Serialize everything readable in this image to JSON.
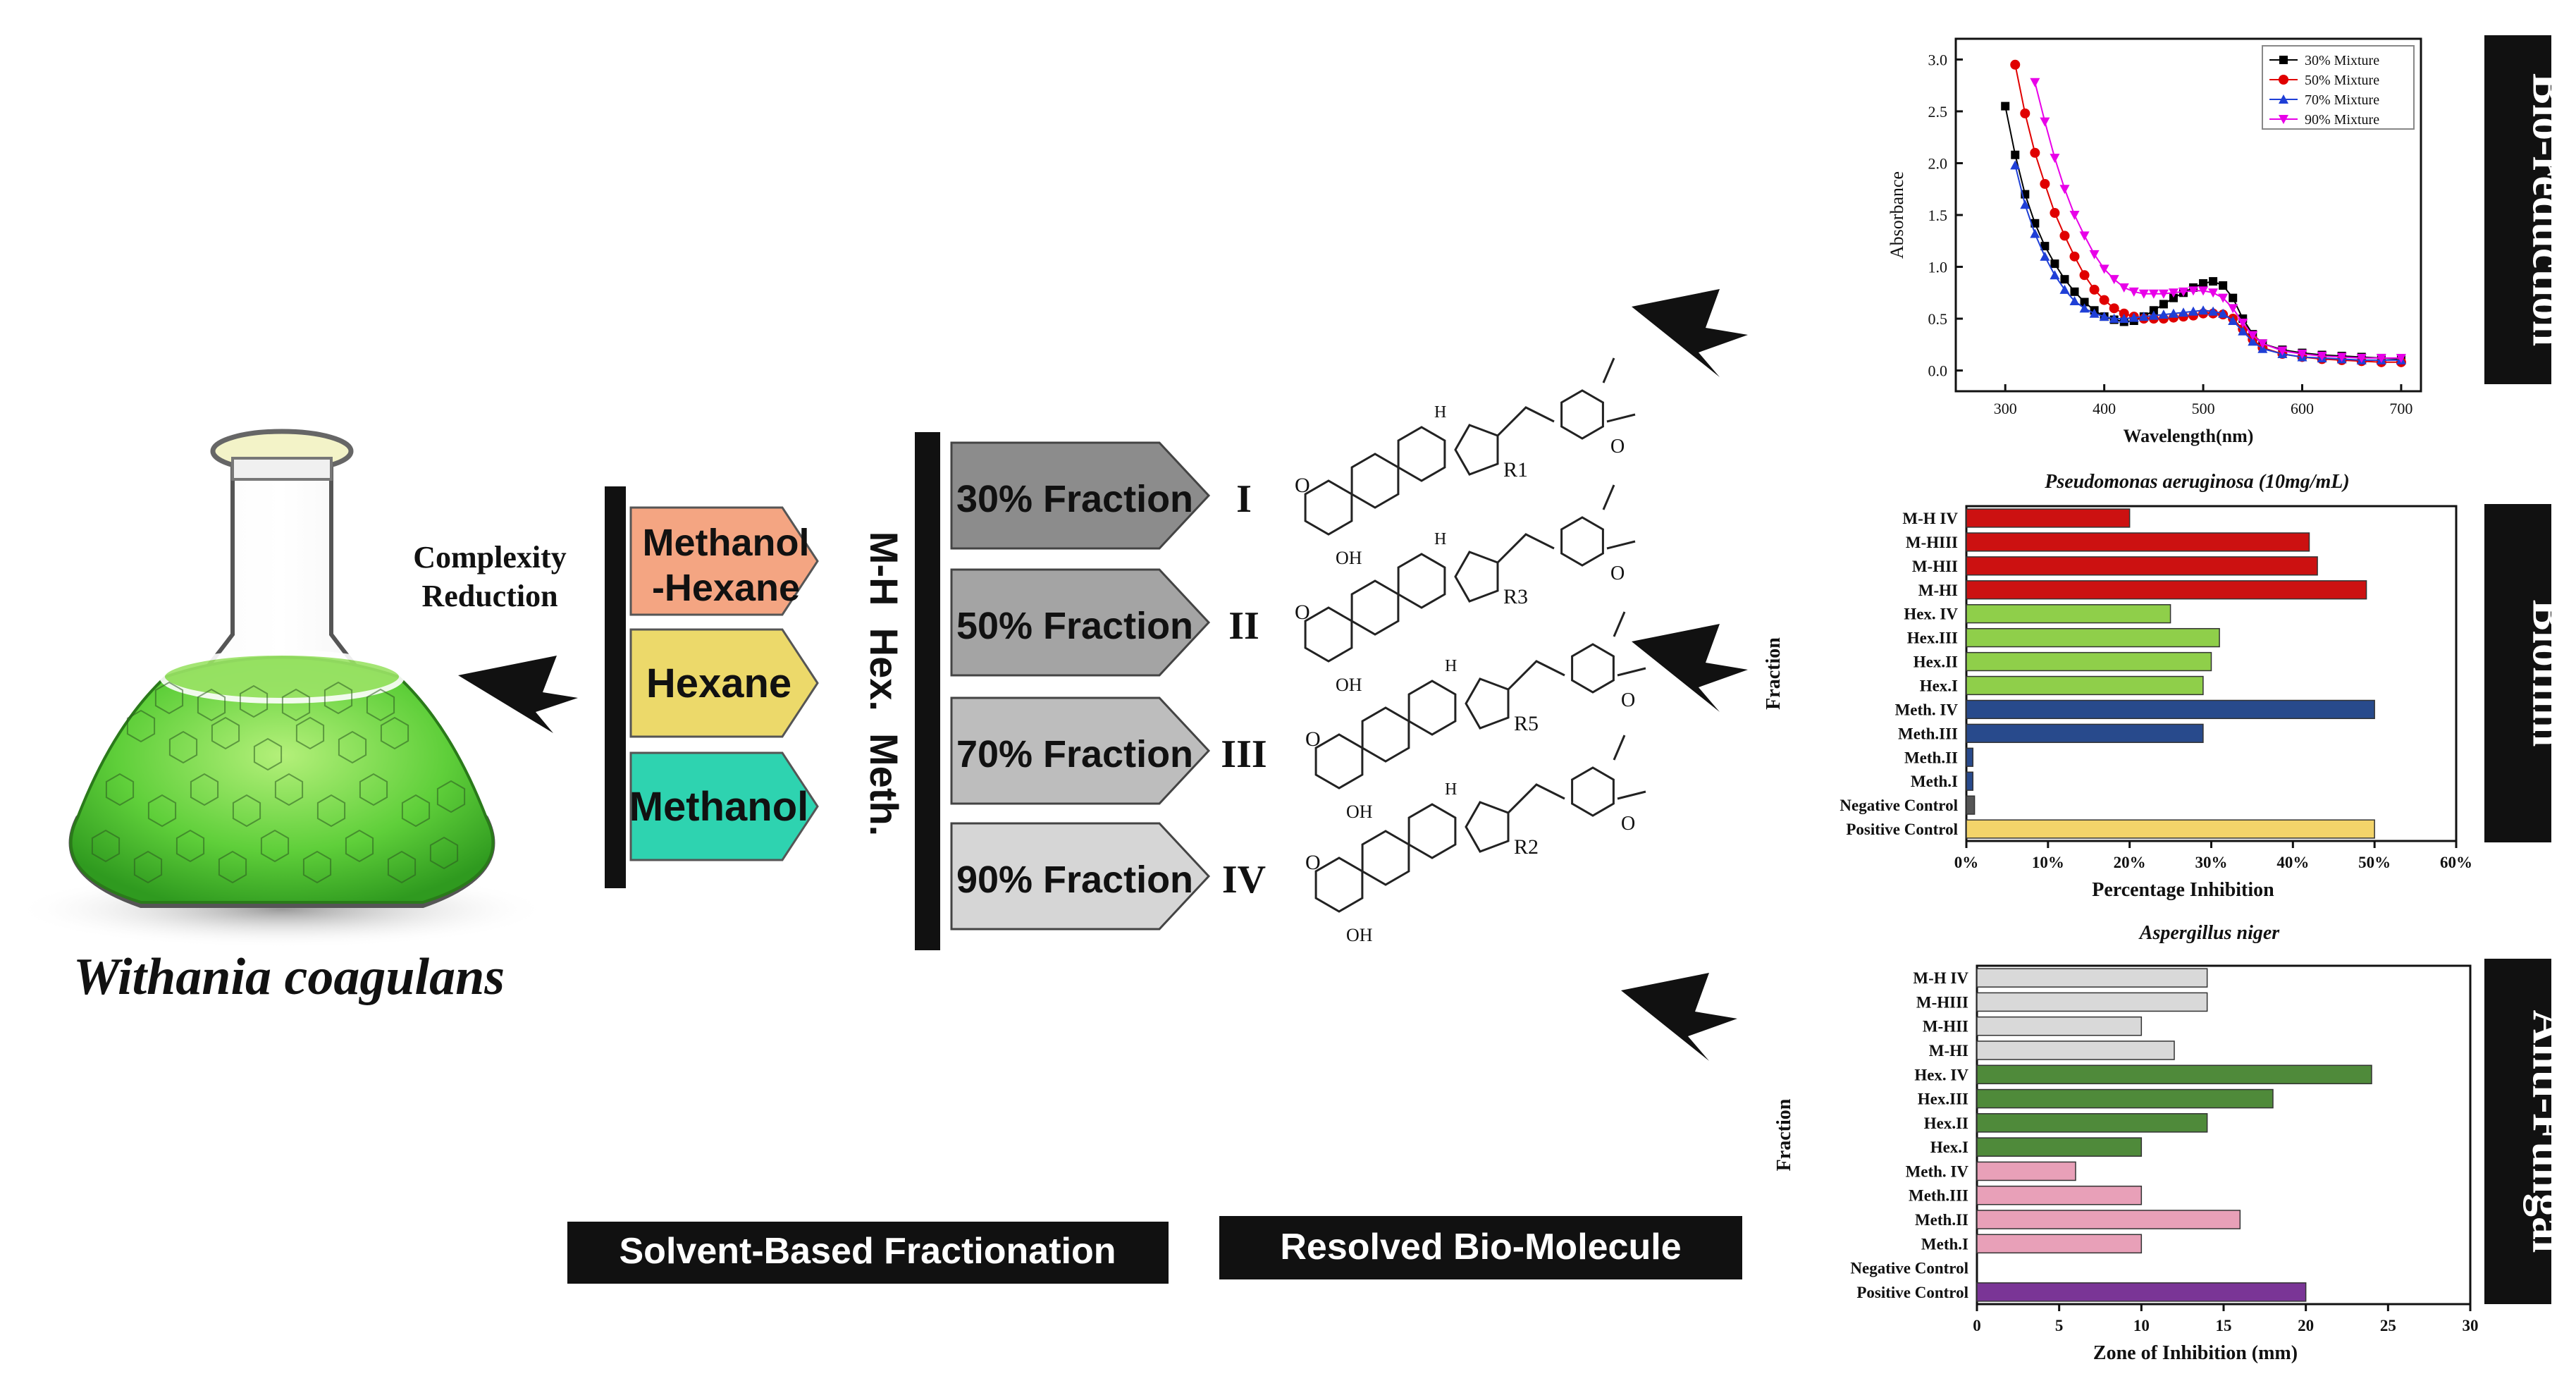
{
  "flask": {
    "caption": "Withania coagulans",
    "step_label_line1": "Complexity",
    "step_label_line2": "Reduction"
  },
  "solvents": {
    "items": [
      {
        "line1": "Methanol",
        "line2": "-Hexane",
        "color": "#f4a582"
      },
      {
        "line1": "Hexane",
        "line2": "",
        "color": "#ecd96a"
      },
      {
        "line1": "Methanol",
        "line2": "",
        "color": "#2ed3b0"
      }
    ],
    "vertical_label": "M-H  Hex.  Meth.",
    "footer": "Solvent-Based Fractionation"
  },
  "fractions": {
    "items": [
      {
        "label": "30% Fraction",
        "numeral": "I",
        "color": "#8c8c8c"
      },
      {
        "label": "50% Fraction",
        "numeral": "II",
        "color": "#a4a4a4"
      },
      {
        "label": "70% Fraction",
        "numeral": "III",
        "color": "#bdbdbd"
      },
      {
        "label": "90% Fraction",
        "numeral": "IV",
        "color": "#d6d6d6"
      }
    ],
    "footer": "Resolved Bio-Molecule"
  },
  "molecules": [
    "R1",
    "R3",
    "R5",
    "R2"
  ],
  "molecule_labels": {
    "oh": "OH",
    "o": "O",
    "h": "H"
  },
  "side_labels": [
    "Bio-reduction",
    "Bioflim",
    "Anti-Fungal"
  ],
  "chart_data": [
    {
      "type": "line",
      "title": "",
      "xlabel": "Wavelength(nm)",
      "ylabel": "Absorbance",
      "xlim": [
        250,
        720
      ],
      "ylim": [
        -0.2,
        3.2
      ],
      "xticks": [
        300,
        400,
        500,
        600,
        700
      ],
      "yticks": [
        0.0,
        0.5,
        1.0,
        1.5,
        2.0,
        2.5,
        3.0
      ],
      "legend": "top-right",
      "series": [
        {
          "name": "30% Mixture",
          "color": "#000000",
          "marker": "square",
          "x": [
            300,
            310,
            320,
            330,
            340,
            350,
            360,
            370,
            380,
            390,
            400,
            410,
            420,
            430,
            440,
            450,
            460,
            470,
            480,
            490,
            500,
            510,
            520,
            530,
            540,
            550,
            560,
            580,
            600,
            620,
            640,
            660,
            680,
            700
          ],
          "y": [
            2.55,
            2.08,
            1.7,
            1.42,
            1.2,
            1.03,
            0.88,
            0.76,
            0.66,
            0.58,
            0.52,
            0.49,
            0.47,
            0.48,
            0.52,
            0.58,
            0.64,
            0.7,
            0.75,
            0.8,
            0.84,
            0.86,
            0.82,
            0.7,
            0.5,
            0.35,
            0.26,
            0.2,
            0.17,
            0.15,
            0.14,
            0.13,
            0.12,
            0.11
          ]
        },
        {
          "name": "50% Mixture",
          "color": "#e00000",
          "marker": "circle",
          "x": [
            310,
            320,
            330,
            340,
            350,
            360,
            370,
            380,
            390,
            400,
            410,
            420,
            430,
            440,
            450,
            460,
            470,
            480,
            490,
            500,
            510,
            520,
            530,
            540,
            550,
            560,
            580,
            600,
            620,
            640,
            660,
            680,
            700
          ],
          "y": [
            2.95,
            2.48,
            2.1,
            1.8,
            1.52,
            1.3,
            1.1,
            0.92,
            0.78,
            0.68,
            0.6,
            0.55,
            0.52,
            0.5,
            0.5,
            0.5,
            0.51,
            0.52,
            0.53,
            0.55,
            0.55,
            0.54,
            0.5,
            0.4,
            0.3,
            0.22,
            0.16,
            0.13,
            0.11,
            0.1,
            0.09,
            0.08,
            0.08
          ]
        },
        {
          "name": "70% Mixture",
          "color": "#1f3fd6",
          "marker": "triangle-up",
          "x": [
            310,
            320,
            330,
            340,
            350,
            360,
            370,
            380,
            390,
            400,
            410,
            420,
            430,
            440,
            450,
            460,
            470,
            480,
            490,
            500,
            510,
            520,
            530,
            540,
            550,
            560,
            580,
            600,
            620,
            640,
            660,
            680,
            700
          ],
          "y": [
            1.98,
            1.6,
            1.32,
            1.1,
            0.92,
            0.78,
            0.67,
            0.6,
            0.55,
            0.52,
            0.5,
            0.5,
            0.51,
            0.52,
            0.53,
            0.54,
            0.55,
            0.56,
            0.57,
            0.58,
            0.57,
            0.55,
            0.48,
            0.38,
            0.28,
            0.21,
            0.16,
            0.13,
            0.12,
            0.11,
            0.1,
            0.1,
            0.1
          ]
        },
        {
          "name": "90% Mixture",
          "color": "#e800e8",
          "marker": "triangle-down",
          "x": [
            330,
            340,
            350,
            360,
            370,
            380,
            390,
            400,
            410,
            420,
            430,
            440,
            450,
            460,
            470,
            480,
            490,
            500,
            510,
            520,
            530,
            540,
            550,
            560,
            580,
            600,
            620,
            640,
            660,
            680,
            700
          ],
          "y": [
            2.78,
            2.4,
            2.05,
            1.75,
            1.5,
            1.3,
            1.12,
            0.98,
            0.88,
            0.8,
            0.76,
            0.74,
            0.74,
            0.74,
            0.75,
            0.76,
            0.77,
            0.77,
            0.75,
            0.7,
            0.6,
            0.46,
            0.34,
            0.26,
            0.19,
            0.16,
            0.14,
            0.13,
            0.12,
            0.12,
            0.12
          ]
        }
      ]
    },
    {
      "type": "bar",
      "orientation": "horizontal",
      "title": "Pseudomonas aeruginosa (10mg/mL)",
      "xlabel": "Percentage Inhibition",
      "ylabel": "Fraction",
      "xlim": [
        0,
        60
      ],
      "xticks": [
        "0%",
        "10%",
        "20%",
        "30%",
        "40%",
        "50%",
        "60%"
      ],
      "categories": [
        "M-H IV",
        "M-HIII",
        "M-HII",
        "M-HI",
        "Hex. IV",
        "Hex.III",
        "Hex.II",
        "Hex.I",
        "Meth. IV",
        "Meth.III",
        "Meth.II",
        "Meth.I",
        "Negative Control",
        "Positive Control"
      ],
      "values": [
        20,
        42,
        43,
        49,
        25,
        31,
        30,
        29,
        50,
        29,
        0.8,
        0.8,
        1,
        50
      ],
      "colors": [
        "#cc1111",
        "#cc1111",
        "#cc1111",
        "#cc1111",
        "#8fcf4a",
        "#8fcf4a",
        "#8fcf4a",
        "#8fcf4a",
        "#284a8c",
        "#284a8c",
        "#284a8c",
        "#284a8c",
        "#555555",
        "#f3d46a"
      ]
    },
    {
      "type": "bar",
      "orientation": "horizontal",
      "title": "Aspergillus niger",
      "xlabel": "Zone of Inhibition (mm)",
      "ylabel": "Fraction",
      "xlim": [
        0,
        30
      ],
      "xticks": [
        "0",
        "5",
        "10",
        "15",
        "20",
        "25",
        "30"
      ],
      "categories": [
        "M-H IV",
        "M-HIII",
        "M-HII",
        "M-HI",
        "Hex. IV",
        "Hex.III",
        "Hex.II",
        "Hex.I",
        "Meth. IV",
        "Meth.III",
        "Meth.II",
        "Meth.I",
        "Negative Control",
        "Positive Control"
      ],
      "values": [
        14,
        14,
        10,
        12,
        24,
        18,
        14,
        10,
        6,
        10,
        16,
        10,
        0,
        20
      ],
      "colors": [
        "#d9d9d9",
        "#d9d9d9",
        "#d9d9d9",
        "#d9d9d9",
        "#4f8a3a",
        "#4f8a3a",
        "#4f8a3a",
        "#4f8a3a",
        "#e8a0b8",
        "#e8a0b8",
        "#e8a0b8",
        "#e8a0b8",
        "#ffffff",
        "#7a3596"
      ]
    }
  ]
}
